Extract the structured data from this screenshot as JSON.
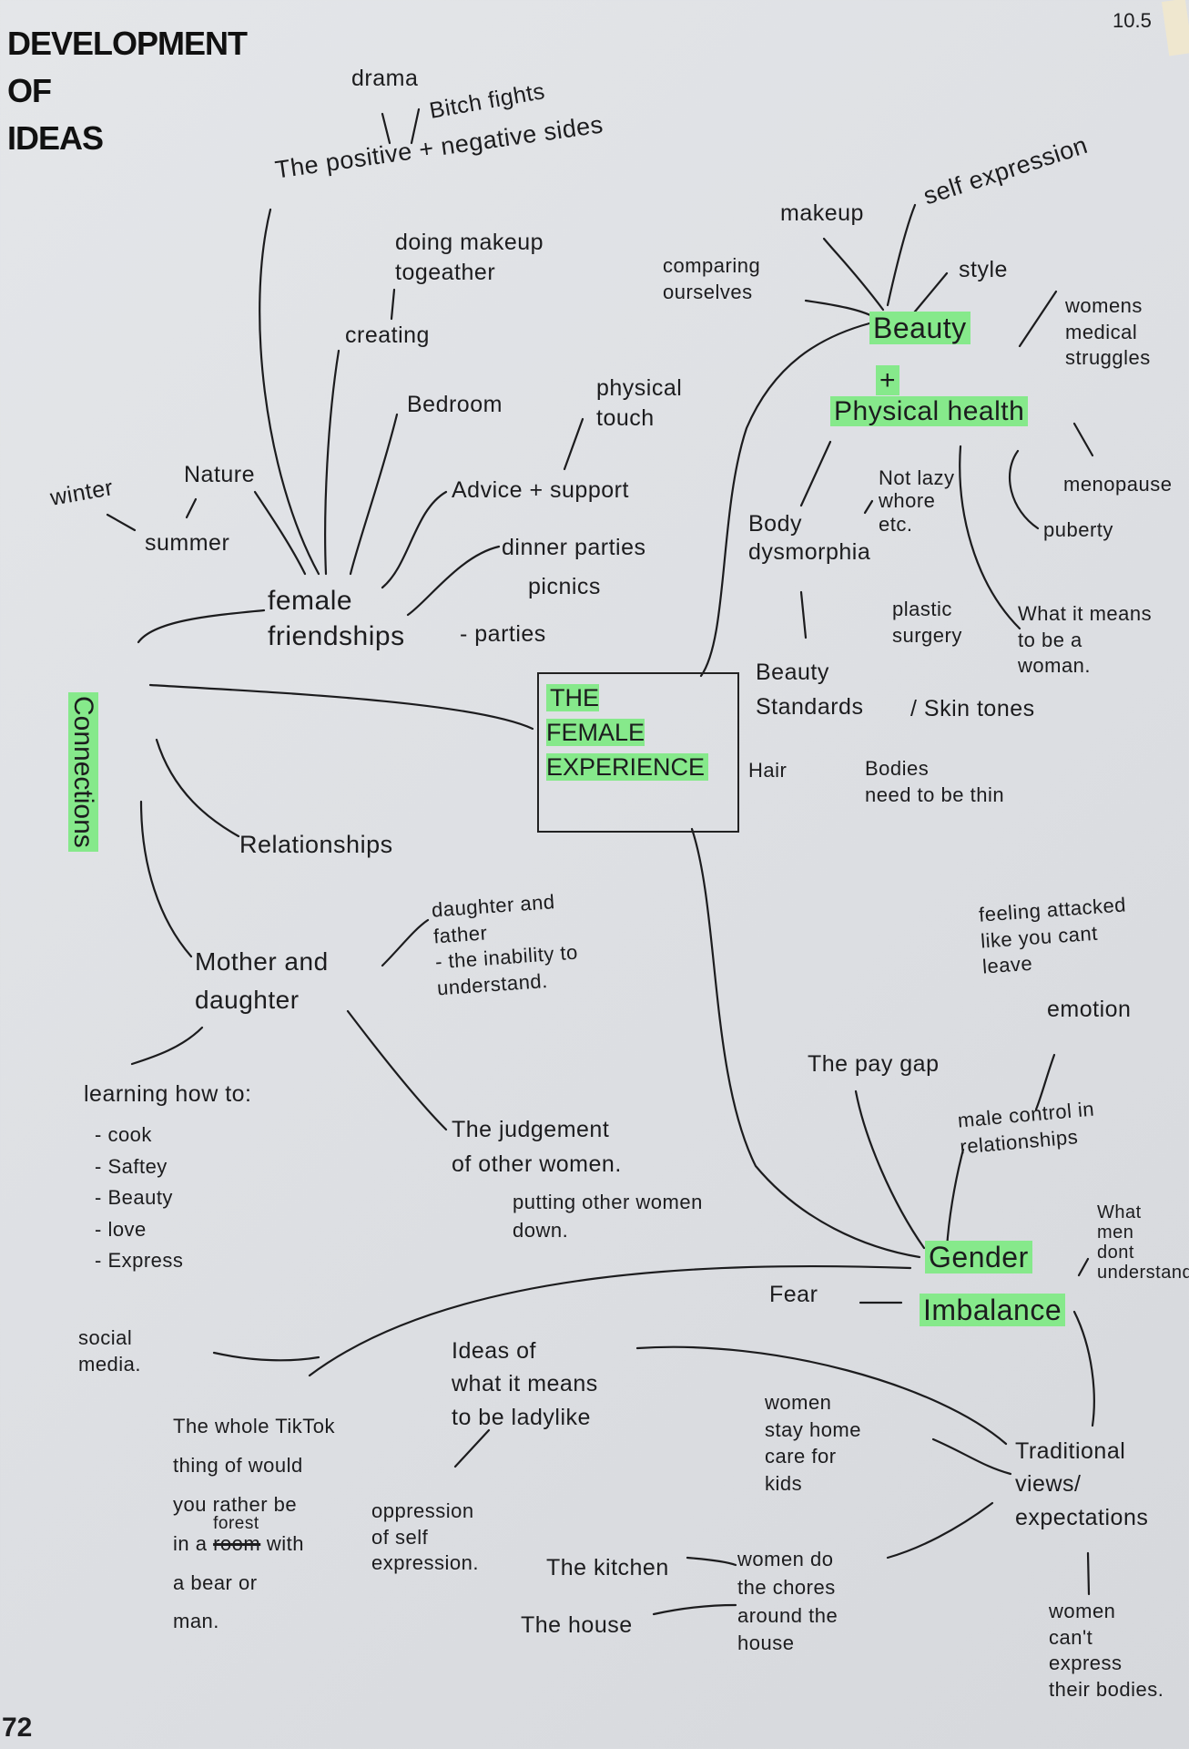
{
  "header": {
    "title": "DEVELOPMENT\nOF\nIDEAS",
    "corner_label": "10.5",
    "page_number": "72"
  },
  "center": {
    "label": "THE\nFEMALE\nEXPERIENCE"
  },
  "connections": {
    "label": "Connections",
    "female_friendships": "female\n   friendships",
    "parties": "- parties",
    "positive_negative": "The positive + negative sides",
    "drama": "drama",
    "bitch_fights": "Bitch fights",
    "doing_makeup": "doing makeup\n  togeather",
    "creating": "creating",
    "bedroom": "Bedroom",
    "physical_touch": "physical\n touch",
    "advice_support": "Advice + support",
    "dinner_parties": "dinner parties",
    "picnics": "picnics",
    "nature": "Nature",
    "winter": "winter",
    "summer": "summer",
    "relationships": "Relationships",
    "mother_daughter": "Mother and\ndaughter",
    "daughter_father": "daughter and\nfather\n- the inability to\nunderstand.",
    "learning": "learning how to:",
    "learning_items": [
      "- cook",
      "- Saftey",
      "- Beauty",
      "- love",
      "- Express"
    ],
    "judgement": "The judgement\nof other women.",
    "putting_down": "putting other women\n  down."
  },
  "beauty": {
    "label_1": "Beauty",
    "plus": "+",
    "label_2": "Physical health",
    "makeup": "makeup",
    "self_expression": "self expression",
    "comparing": "comparing\nourselves",
    "style": "style",
    "womens_medical": "womens\nmedical\nstruggles",
    "menopause": "menopause",
    "puberty": "puberty",
    "body_dysmorphia": "Body\ndysmorphia",
    "not_lazy": "Not lazy\nwhore\netc.",
    "plastic_surgery": "plastic\nsurgery",
    "woman_means": "What it means\nto be a\nwoman.",
    "beauty_standards": "Beauty\nStandards",
    "skin_tones": "/ Skin tones",
    "hair": "Hair",
    "bodies_thin": "Bodies\nneed to be thin"
  },
  "gender": {
    "label_1": "Gender",
    "label_2": "Imbalance",
    "feeling_attacked": "feeling attacked\nlike you cant\n   leave",
    "emotion": "emotion",
    "pay_gap": "The pay gap",
    "male_control": "male control in\nrelationships",
    "men_dont_understand": "What\nmen\ndont\nunderstand",
    "fear": "Fear",
    "social_media": "social\nmedia.",
    "tiktok_prefix": "The whole TikTok\nthing of would\nyou rather be\nin a ",
    "tiktok_struck": "room",
    "tiktok_inserted": "forest",
    "tiktok_suffix": " with\na bear or\nman.",
    "ladylike": "Ideas of\nwhat it means\nto be ladylike",
    "oppression": "oppression\nof self\nexpression.",
    "stay_home": "women\nstay home\ncare for\nkids",
    "traditional": "Traditional\nviews/\nexpectations",
    "kitchen": "The kitchen",
    "house": "The house",
    "chores": "women do\nthe chores\naround the\nhouse",
    "cant_express": "women\ncan't\nexpress\ntheir bodies."
  }
}
